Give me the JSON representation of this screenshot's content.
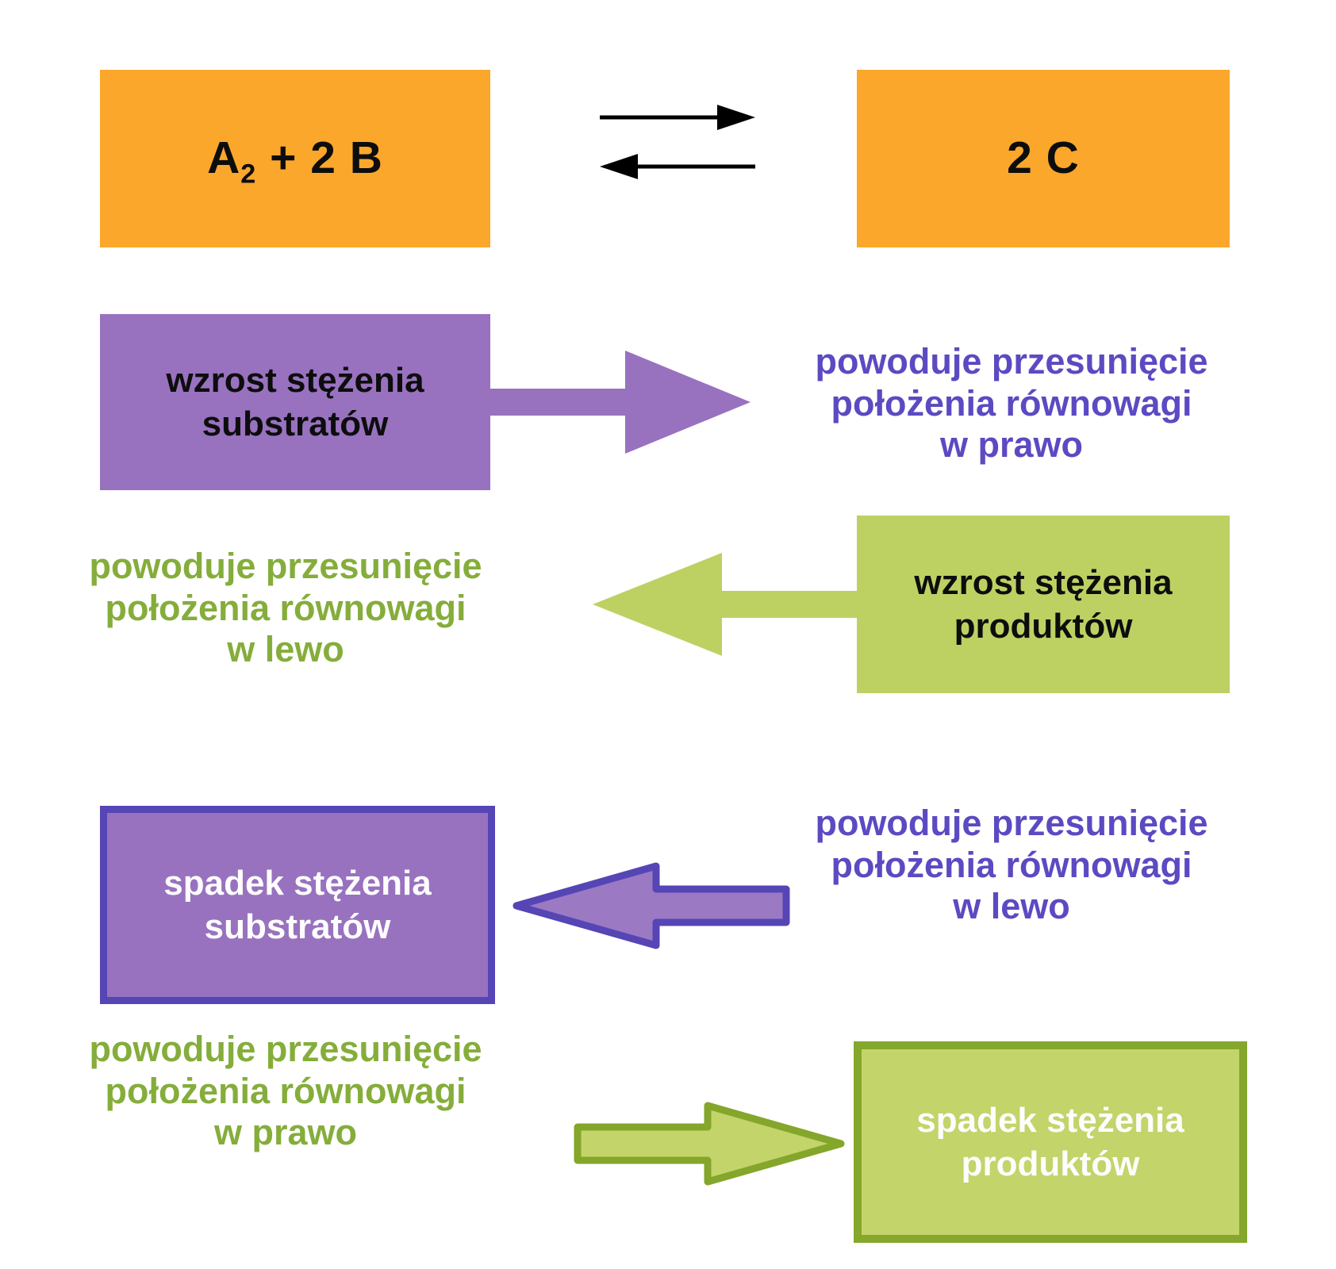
{
  "reaction": {
    "substrate_main": "A",
    "substrate_sub": "2",
    "substrate_rest": " + 2 B",
    "products": "2 C"
  },
  "rows": [
    {
      "cause_lines": [
        "wzrost stężenia",
        "substratów"
      ],
      "effect_lines": [
        "powoduje przesunięcie",
        "położenia równowagi",
        "w prawo"
      ],
      "arrow_direction": "right",
      "color_theme": "purple"
    },
    {
      "cause_lines": [
        "wzrost stężenia",
        "produktów"
      ],
      "effect_lines": [
        "powoduje przesunięcie",
        "położenia równowagi",
        "w lewo"
      ],
      "arrow_direction": "left",
      "color_theme": "green"
    },
    {
      "cause_lines": [
        "spadek stężenia",
        "substratów"
      ],
      "effect_lines": [
        "powoduje przesunięcie",
        "położenia równowagi",
        "w lewo"
      ],
      "arrow_direction": "left",
      "color_theme": "purple-outlined"
    },
    {
      "cause_lines": [
        "spadek stężenia",
        "produktów"
      ],
      "effect_lines": [
        "powoduje przesunięcie",
        "położenia równowagi",
        "w prawo"
      ],
      "arrow_direction": "right",
      "color_theme": "green-outlined"
    }
  ],
  "colors": {
    "orange": "#FBA72B",
    "purple_fill": "#9872BF",
    "purple_border": "#5645B5",
    "purple_text": "#5B4AC2",
    "purple_arrow_outlined_fill": "#9B7AC3",
    "green_fill": "#BDD163",
    "green_border": "#85A72C",
    "green_text": "#85AD3B",
    "green_arrow_outlined_fill": "#C3D46A",
    "equilibrium_arrow": "#000000"
  }
}
